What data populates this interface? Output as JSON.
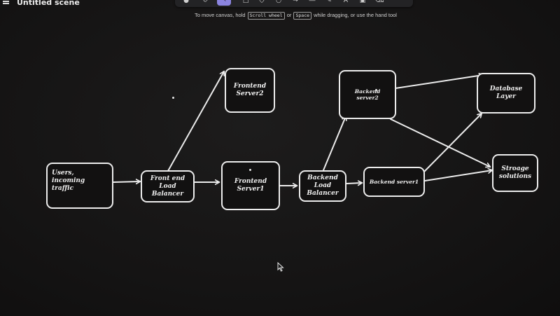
{
  "app": {
    "title": "Untitled scene",
    "hint_before": "To move canvas, hold",
    "hint_key1": "Scroll wheel",
    "hint_or": "or",
    "hint_key2": "Space",
    "hint_after": "while dragging, or use the hand tool"
  },
  "toolbar": {
    "tools": [
      "lock-icon",
      "hand-icon",
      "selection-icon",
      "rectangle-icon",
      "diamond-icon",
      "ellipse-icon",
      "arrow-icon",
      "line-icon",
      "pencil-icon",
      "text-icon",
      "image-icon",
      "eraser-icon"
    ],
    "active_tool": "selection-icon"
  },
  "colors": {
    "canvas": "#141313",
    "stroke": "#ececec",
    "active_tool": "#8b84e0"
  },
  "diagram": {
    "nodes": {
      "users": "Users, incoming\ntraffic",
      "front_lb": "Front end\nLoad\nBalancer",
      "frontend_server2": "Frontend\nServer2",
      "frontend_server1": "Frontend\nServer1",
      "backend_lb": "Backend\nLoad\nBalancer",
      "backend_server2": "Backend server2",
      "backend_server1": "Backend server1",
      "database_layer": "Database Layer",
      "storage": "Stroage\nsolutions"
    }
  }
}
